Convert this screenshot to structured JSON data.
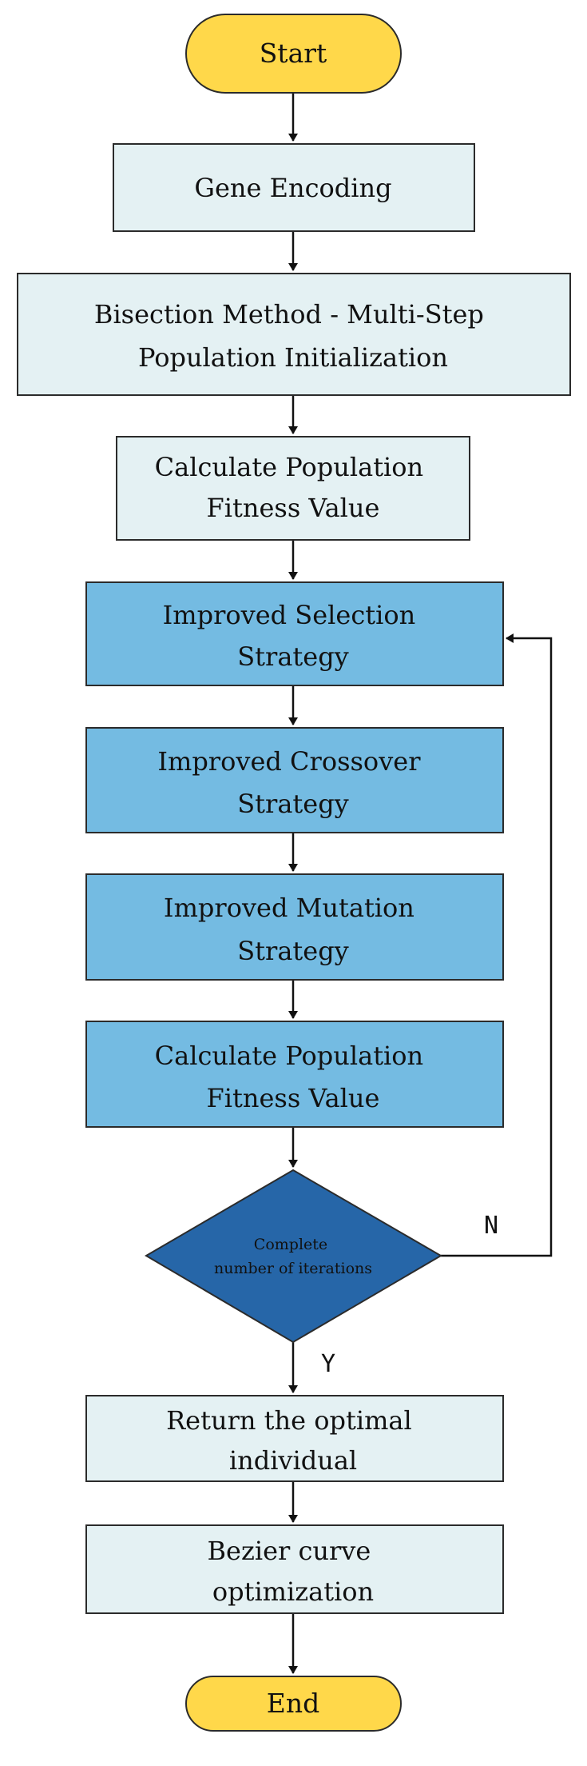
{
  "colors": {
    "terminal_fill": "#FFD84A",
    "terminal_stroke": "#2b2b2b",
    "light_fill": "#E4F1F3",
    "blue_fill": "#74BBE2",
    "decision_fill": "#2666A8",
    "stroke": "#2b2b2b",
    "arrow": "#111111"
  },
  "nodes": {
    "start": {
      "lines": [
        "Start"
      ]
    },
    "gene_encoding": {
      "lines": [
        "Gene Encoding"
      ]
    },
    "init": {
      "lines": [
        "Bisection Method - Multi-Step",
        "Population Initialization"
      ]
    },
    "fitness1": {
      "lines": [
        "Calculate Population",
        "Fitness Value"
      ]
    },
    "selection": {
      "lines": [
        "Improved Selection",
        "Strategy"
      ]
    },
    "crossover": {
      "lines": [
        "Improved Crossover",
        "Strategy"
      ]
    },
    "mutation": {
      "lines": [
        "Improved Mutation",
        "Strategy"
      ]
    },
    "fitness2": {
      "lines": [
        "Calculate Population",
        "Fitness Value"
      ]
    },
    "decision": {
      "lines": [
        "Complete",
        "number of iterations"
      ]
    },
    "return_optimal": {
      "lines": [
        "Return the optimal",
        "individual"
      ]
    },
    "bezier": {
      "lines": [
        "Bezier curve",
        "optimization"
      ]
    },
    "end": {
      "lines": [
        "End"
      ]
    }
  },
  "edge_labels": {
    "no": "N",
    "yes": "Y"
  }
}
